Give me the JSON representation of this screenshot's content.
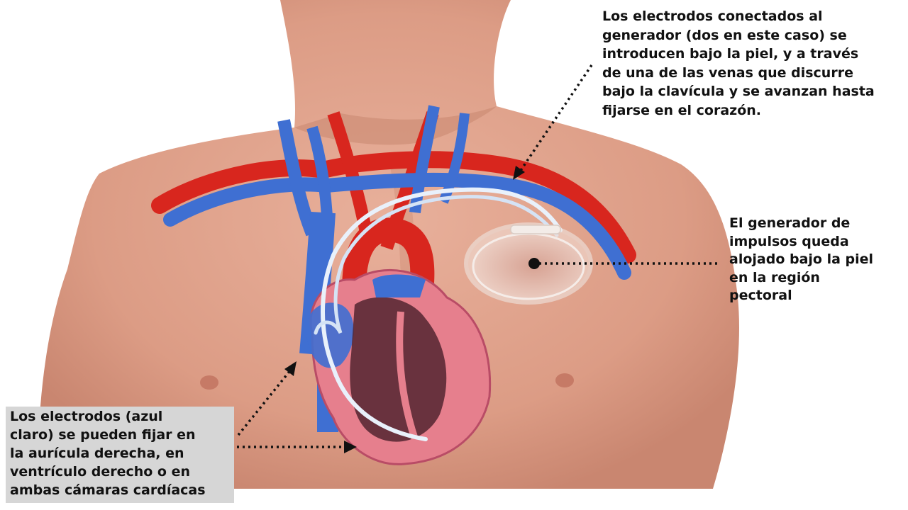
{
  "annotations": {
    "leads_route": "Los electrodos conectados al\ngenerador (dos en este caso) se\nintroducen bajo la piel, y  a través\nde una de las venas que discurre\nbajo la clavícula y se avanzan hasta\nfijarse en el corazón.",
    "generator": "El generador de\nimpulsos queda\nalojado bajo la piel\nen la región\npectoral",
    "leads_fixation": "Los electrodos  (azul\nclaro) se pueden fijar en\nla aurícula derecha, en\nventrículo derecho o en\nambas cámaras cardíacas"
  },
  "colors": {
    "skin": "#e2a58f",
    "skin_shadow": "#c4826a",
    "artery": "#d8261e",
    "vein": "#3f6fd2",
    "heart_wall": "#e67f8d",
    "lead": "#e9f1fb",
    "label_box": "#d6d6d6"
  }
}
